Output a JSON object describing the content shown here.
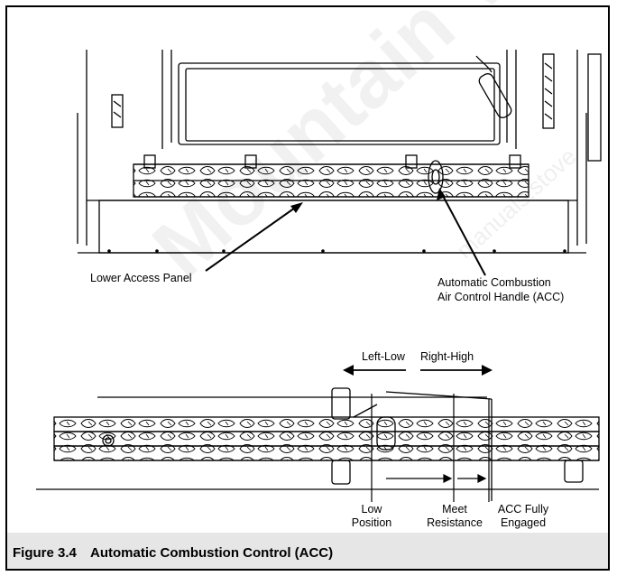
{
  "figure": {
    "number": "Figure 3.4",
    "title": "Automatic Combustion Control (ACC)"
  },
  "top_view": {
    "lower_access_panel_label": "Lower Access Panel",
    "acc_handle_label_line1": "Automatic Combustion",
    "acc_handle_label_line2": "Air Control Handle (ACC)"
  },
  "bottom_view": {
    "left_low_label": "Left-Low",
    "right_high_label": "Right-High",
    "low_position_line1": "Low",
    "low_position_line2": "Position",
    "meet_resistance_line1": "Meet",
    "meet_resistance_line2": "Resistance",
    "acc_engaged_line1": "ACC Fully",
    "acc_engaged_line2": "Engaged"
  },
  "watermark": {
    "brand": "Mountain View",
    "site": "manuals.stove"
  }
}
